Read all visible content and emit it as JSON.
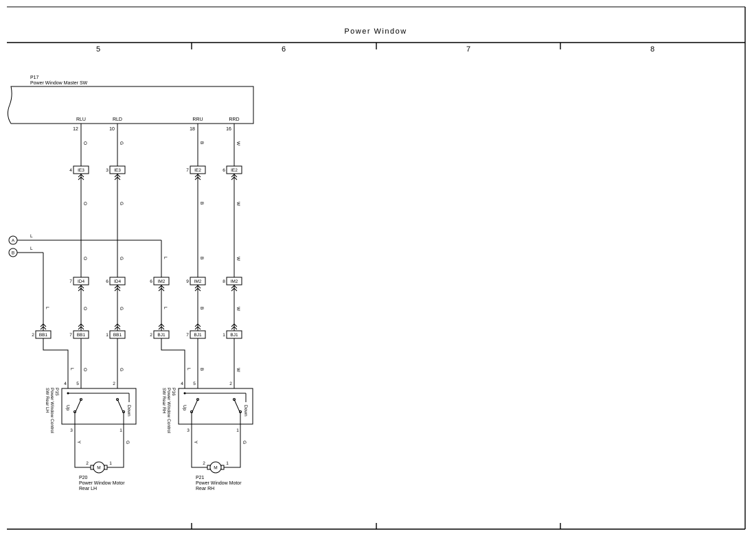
{
  "header": {
    "title": "Power Window",
    "columns": [
      "5",
      "6",
      "7",
      "8"
    ]
  },
  "master_switch": {
    "code": "P17",
    "name": "Power Window Master SW",
    "terminals": [
      {
        "label": "RLU",
        "pin": "12",
        "color": "O"
      },
      {
        "label": "RLD",
        "pin": "10",
        "color": "G"
      },
      {
        "label": "RRU",
        "pin": "18",
        "color": "B"
      },
      {
        "label": "RRD",
        "pin": "16",
        "color": "W"
      }
    ]
  },
  "ie_connectors": [
    {
      "pin": "4",
      "name": "IE3"
    },
    {
      "pin": "3",
      "name": "IE3"
    },
    {
      "pin": "7",
      "name": "IE2"
    },
    {
      "pin": "6",
      "name": "IE2"
    }
  ],
  "off_page": [
    {
      "id": "A",
      "color": "L"
    },
    {
      "id": "B",
      "color": "L"
    }
  ],
  "wire_colors": [
    "O",
    "G",
    "L",
    "B",
    "W",
    "L",
    "O",
    "G",
    "L",
    "B",
    "W",
    "L",
    "O",
    "G",
    "L",
    "B",
    "W",
    "O",
    "G",
    "B",
    "W"
  ],
  "id_connectors": [
    {
      "pin": "7",
      "name": "ID4"
    },
    {
      "pin": "6",
      "name": "ID4"
    },
    {
      "pin": "6",
      "name": "IM2"
    },
    {
      "pin": "9",
      "name": "IM2"
    },
    {
      "pin": "8",
      "name": "IM2"
    }
  ],
  "b_connectors": [
    {
      "pin": "2",
      "name": "BB1"
    },
    {
      "pin": "7",
      "name": "BB1"
    },
    {
      "pin": "1",
      "name": "BB1"
    },
    {
      "pin": "2",
      "name": "BJ1"
    },
    {
      "pin": "7",
      "name": "BJ1"
    },
    {
      "pin": "1",
      "name": "BJ1"
    }
  ],
  "control_switches": [
    {
      "code": "P15",
      "name_line1": "Power Window Control",
      "name_line2": "SW Rear LH",
      "pins_top": [
        "4",
        "5",
        "2"
      ],
      "pins_bottom": [
        "3",
        "1"
      ],
      "up": "Up",
      "down": "Down",
      "out_colors": [
        "Y",
        "G"
      ]
    },
    {
      "code": "P16",
      "name_line1": "Power Window Control",
      "name_line2": "SW Rear RH",
      "pins_top": [
        "4",
        "5",
        "2"
      ],
      "pins_bottom": [
        "3",
        "1"
      ],
      "up": "Up",
      "down": "Down",
      "out_colors": [
        "Y",
        "G"
      ]
    }
  ],
  "motors": [
    {
      "code": "P20",
      "name": "Power Window Motor",
      "side": "Rear LH",
      "symbol": "M",
      "pins": [
        "2",
        "1"
      ]
    },
    {
      "code": "P21",
      "name": "Power Window Motor",
      "side": "Rear RH",
      "symbol": "M",
      "pins": [
        "2",
        "1"
      ]
    }
  ]
}
